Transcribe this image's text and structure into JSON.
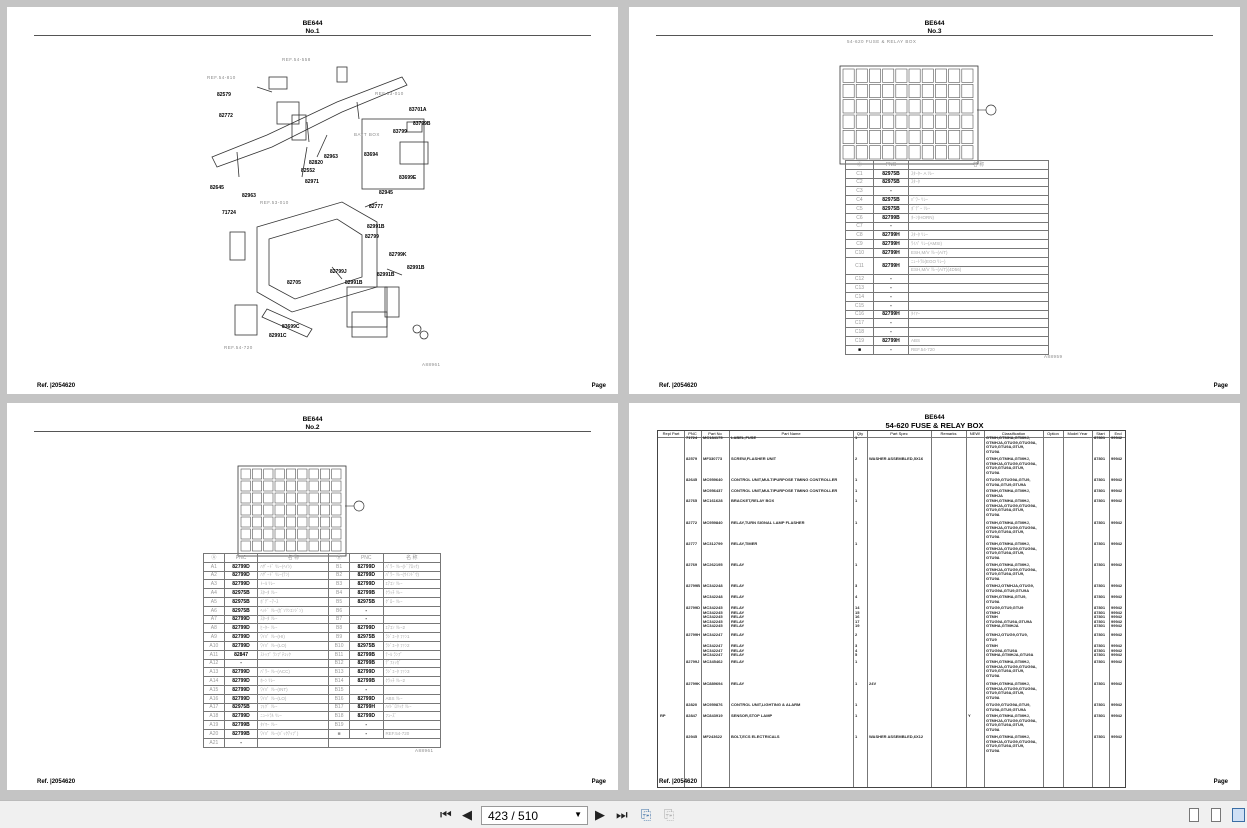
{
  "pages": [
    {
      "code": "BE644",
      "no": "No.1",
      "ref_label": "Ref.",
      "ref": "|2054620",
      "page_label": "Page",
      "labels": [
        "82579",
        "82772",
        "83701A",
        "83799",
        "83799B",
        "83694",
        "82963",
        "82820",
        "82552",
        "82971",
        "83699E",
        "82645",
        "82963",
        "82945",
        "82777",
        "71724",
        "82991B",
        "82799",
        "82799K",
        "82991B",
        "82799J",
        "82991B",
        "82991B",
        "82705",
        "83699C",
        "82991C"
      ],
      "refs": [
        "REF.54-558",
        "REF.54-810",
        "REF.53-010",
        "BATT BOX",
        "REF.53-010",
        "REF.54-720"
      ],
      "fig": "A88961"
    },
    {
      "code": "BE644",
      "no": "No.2",
      "ref_label": "Ref.",
      "ref": "|2054620",
      "page_label": "Page",
      "fig": "A88961",
      "col_header": "PNC",
      "desc_header": "名 称",
      "rows_a": [
        [
          "A1",
          "82799D",
          "ﾊｻﾞｰﾄﾞ ﾘﾚｰ(ﾍｲｼ)"
        ],
        [
          "A2",
          "82799D",
          "ﾊｻﾞｰﾄﾞ ﾘﾚｰ(ﾃﾝ)"
        ],
        [
          "A3",
          "82799D",
          "ﾄｰﾙ ﾘﾚｰ"
        ],
        [
          "A4",
          "82975B",
          "ｽﾀｰﾀ ﾘﾚｰ"
        ],
        [
          "A5",
          "82975B",
          "ﾎﾞﾃﾞｰｱｰｽ"
        ],
        [
          "A6",
          "82975B",
          "ﾍｯﾄﾞ ﾘﾚｰ(ｶﾞｿﾘﾝｴﾝｼﾞﾝ)"
        ],
        [
          "A7",
          "82799D",
          "ｽﾀｰﾀ ﾘﾚｰ"
        ],
        [
          "A8",
          "82799D",
          "ﾋｰﾀｰ ﾘﾚｰ"
        ],
        [
          "A9",
          "82799D",
          "ﾜｲﾊﾟ ﾘﾚｰ(HI)"
        ],
        [
          "A10",
          "82799D",
          "ﾜｲﾊﾟ ﾘﾚｰ(LO)"
        ],
        [
          "A11",
          "82847",
          "ｽﾄｯﾌﾟ ﾗﾝﾌﾟﾁｪｯｸ"
        ],
        [
          "A12",
          "-",
          ""
        ],
        [
          "A13",
          "82799D",
          "ﾊﾟﾜｰ ﾘﾚｰ(ACC)"
        ],
        [
          "A14",
          "82799D",
          "ﾎｰﾝ ﾘﾚｰ"
        ],
        [
          "A15",
          "82799D",
          "ﾜｲﾊﾟ ﾘﾚｰ(INT)"
        ],
        [
          "A16",
          "82799D",
          "ﾜｲﾊﾟ ﾘﾚｰ(LO)"
        ],
        [
          "A17",
          "82975B",
          "ﾌｫｸﾞ ﾘﾚｰ"
        ],
        [
          "A18",
          "82799D",
          "ﾆｭｰﾄﾗﾙ ﾘﾚｰ"
        ],
        [
          "A19",
          "82799B",
          "ﾀｲﾏｰ ﾘﾚｰ"
        ],
        [
          "A20",
          "82799B",
          "ﾜｲﾊﾟ ﾘﾚｰ(ﾊﾞｯｸｱｯﾌﾟ)"
        ],
        [
          "A21",
          "-",
          ""
        ]
      ],
      "rows_b": [
        [
          "B1",
          "82799D",
          "ﾊﾟﾜｰ ﾘﾚｰ(ﾄﾞｱﾛｯｸ)"
        ],
        [
          "B2",
          "82799D",
          "ﾊﾟﾜｰ ﾘﾚｰ(ｳｲﾝﾄﾞｳ)"
        ],
        [
          "B3",
          "82799D",
          "ｴｱｺﾝ ﾘﾚｰ"
        ],
        [
          "B4",
          "82799B",
          "ｸﾗｯﾁ ﾘﾚｰ"
        ],
        [
          "B5",
          "82975B",
          "ｸﾞﾛｰ ﾘﾚｰ"
        ],
        [
          "B6",
          "-",
          ""
        ],
        [
          "B7",
          "-",
          ""
        ],
        [
          "B8",
          "82799D",
          "ｴｱｺﾝ ﾘﾚｰ2"
        ],
        [
          "B9",
          "82975B",
          "ﾗｼﾞｴｰﾀ ﾌｧﾝ1"
        ],
        [
          "B10",
          "82975B",
          "ﾗｼﾞｴｰﾀ ﾌｧﾝ2"
        ],
        [
          "B11",
          "82799B",
          "ﾃｰﾙ ﾗﾝﾌﾟ"
        ],
        [
          "B12",
          "82799B",
          "ﾃﾞﾌｫｯｶﾞ"
        ],
        [
          "B13",
          "82799D",
          "ﾗｼﾞｴｰﾀ ﾌｧﾝ3"
        ],
        [
          "B14",
          "82799B",
          "ｸﾗｯﾁ ﾘﾚｰ2"
        ],
        [
          "B15",
          "-",
          ""
        ],
        [
          "B16",
          "82799D",
          "ABS ﾘﾚｰ"
        ],
        [
          "B17",
          "82799H",
          "ﾊｲﾄﾞﾛﾘｯｸ ﾘﾚｰ"
        ],
        [
          "B18",
          "82799D",
          "ﾌｭｰｽﾞ"
        ],
        [
          "B19",
          "-",
          ""
        ],
        [
          "",
          "-",
          "REF.54-720"
        ]
      ]
    },
    {
      "code": "BE644",
      "no": "No.3",
      "ref_label": "Ref.",
      "ref": "|2054620",
      "page_label": "Page",
      "fig": "A88959",
      "subtitle": "54-620 FUSE & RELAY BOX",
      "col_header": "PNC",
      "desc_header": "名 称",
      "rows": [
        [
          "C1",
          "82975B",
          "ｽﾀｰﾀｰ A ﾘﾚｰ"
        ],
        [
          "C2",
          "82975B",
          "ｽﾀｰﾀ"
        ],
        [
          "C3",
          "-",
          ""
        ],
        [
          "C4",
          "82975B",
          "ﾊﾟﾜｰ ﾘﾚｰ"
        ],
        [
          "C5",
          "82975B",
          "ﾎﾞﾃﾞｰ ﾘﾚｰ"
        ],
        [
          "C6",
          "82799B",
          "ﾎｰﾝ(HORN)"
        ],
        [
          "C7",
          "-",
          ""
        ],
        [
          "C8",
          "82799H",
          "ｽﾀｰﾀ ﾘﾚｰ"
        ],
        [
          "C9",
          "82799H",
          "ﾜｲﾊﾟ ﾘﾚｰ(AMSI)"
        ],
        [
          "C10",
          "82799H",
          "ESH,M/V ﾘﾚｰ(A/T)"
        ],
        [
          "C11",
          "82799H",
          "ﾆｭｰﾄﾗﾙ(EGO ﾘﾚｰ)",
          "ESH,M/V ﾘﾚｰ(A/T)(4D56)"
        ],
        [
          "C12",
          "-",
          ""
        ],
        [
          "C13",
          "-",
          ""
        ],
        [
          "C14",
          "-",
          ""
        ],
        [
          "C15",
          "-",
          ""
        ],
        [
          "C16",
          "82799H",
          "ﾀｲﾏｰ"
        ],
        [
          "C17",
          "-",
          ""
        ],
        [
          "C18",
          "-",
          ""
        ],
        [
          "C19",
          "82799H",
          "ABS"
        ],
        [
          "",
          "-",
          "REF.54-720"
        ]
      ]
    },
    {
      "code": "BE644",
      "title": "54-620 FUSE & RELAY BOX",
      "ref_label": "Ref.",
      "ref": "|2054620",
      "page_label": "Page",
      "headers": [
        "Repl Part",
        "PNC",
        "Part No",
        "Part Name",
        "Qty",
        "Part Spec",
        "Remarks",
        "NEW!",
        "Classification",
        "Option",
        "Model Year",
        "Start",
        "End"
      ],
      "rows": [
        [
          "",
          "71724",
          "MC184175",
          "LABEL,FUSE",
          "1",
          "",
          "",
          "",
          "GTMH,GTMHA,GTMHJ,\nGTMHJA,GTUG9,GTUG9A,\nGTU9,GTU9A,GTU9,\nGTU9A",
          "",
          "",
          "87801",
          "99942"
        ],
        [
          "",
          "82579",
          "MF330773",
          "SCREW,FLASHER UNIT",
          "2",
          "WASHER ASSEMBLED,5X16",
          "",
          "",
          "GTMH,GTMHA,GTMHJ,\nGTMHJA,GTUG9,GTUG9A,\nGTU9,GTU9A,GTU9,\nGTU9A",
          "",
          "",
          "87801",
          "99942"
        ],
        [
          "",
          "82645",
          "MC959640",
          "CONTROL UNIT,MULTIPURPOSE TIMING CONTROLLER",
          "1",
          "",
          "",
          "",
          "GTUG9,GTUG9A,GTU9,\nGTU9A,GTU9,GTU9A",
          "",
          "",
          "87801",
          "99942"
        ],
        [
          "",
          "",
          "MC956437",
          "CONTROL UNIT,MULTIPURPOSE TIMING CONTROLLER",
          "1",
          "",
          "",
          "",
          "GTMH,GTMHA,GTMHJ,\nGTMHJA",
          "",
          "",
          "87801",
          "99942"
        ],
        [
          "",
          "82765",
          "MC161628",
          "BRACKET,RELAY BOX",
          "1",
          "",
          "",
          "",
          "GTMH,GTMHA,GTMHJ,\nGTMHJA,GTUG9,GTUG9A,\nGTU9,GTU9A,GTU9,\nGTU9A",
          "",
          "",
          "87801",
          "99942"
        ],
        [
          "",
          "82772",
          "MC959840",
          "RELAY,TURN SIGNAL LAMP FLASHER",
          "1",
          "",
          "",
          "",
          "GTMH,GTMHA,GTMHJ,\nGTMHJA,GTUG9,GTUG9A,\nGTU9,GTU9A,GTU9,\nGTU9A",
          "",
          "",
          "87801",
          "99942"
        ],
        [
          "",
          "82777",
          "MC312799",
          "RELAY,TIMER",
          "1",
          "",
          "",
          "",
          "GTMH,GTMHA,GTMHJ,\nGTMHJA,GTUG9,GTUG9A,\nGTU9,GTU9A,GTU9,\nGTU9A",
          "",
          "",
          "87801",
          "99942"
        ],
        [
          "",
          "82769",
          "MC262195",
          "RELAY",
          "1",
          "",
          "",
          "",
          "GTMH,GTMHA,GTMHJ,\nGTMHJA,GTUG9,GTUG9A,\nGTU9,GTU9A,GTU9,\nGTU9A",
          "",
          "",
          "87801",
          "99942"
        ],
        [
          "",
          "82799B",
          "MC342248",
          "RELAY",
          "3",
          "",
          "",
          "",
          "GTMHJ,GTMHJA,GTUG9,\nGTUG9A,GTU9,GTU9A",
          "",
          "",
          "87801",
          "99942"
        ],
        [
          "",
          "",
          "MC342248",
          "RELAY",
          "4",
          "",
          "",
          "",
          "GTMH,GTMHA,GTU9,\nGTU9A",
          "",
          "",
          "87801",
          "99942"
        ],
        [
          "",
          "82799D",
          "MC342245\nMC342245\nMC342245\nMC342245\nMC342245",
          "RELAY\nRELAY\nRELAY\nRELAY\nRELAY",
          "14\n15\n16\n17\n19",
          "",
          "",
          "",
          "GTUG9,GTU9,GTU9\nGTMHJ\nGTMH\nGTUG9A,GTU9A,GTU9A\nGTMHA,GTMHJA",
          "",
          "",
          "87801\n87801\n87801\n87801\n87801",
          "99942\n99942\n99942\n99942\n99942"
        ],
        [
          "",
          "82799H",
          "MC342247",
          "RELAY",
          "2",
          "",
          "",
          "",
          "GTMHJ,GTUG9,GTU9,\nGTU9",
          "",
          "",
          "87801",
          "99942"
        ],
        [
          "",
          "",
          "MC342247\nMC342247\nMC342247",
          "RELAY\nRELAY\nRELAY",
          "3\n4\n5",
          "",
          "",
          "",
          "GTMH\nGTUG9A,GTU9A\nGTMHA,GTMHJA,GTU9A",
          "",
          "",
          "87801\n87801\n87801",
          "99942\n99942\n99942"
        ],
        [
          "",
          "82799J",
          "MC345462",
          "RELAY",
          "1",
          "",
          "",
          "",
          "GTMH,GTMHA,GTMHJ,\nGTMHJA,GTUG9,GTUG9A,\nGTU9,GTU9A,GTU9,\nGTU9A",
          "",
          "",
          "87801",
          "99942"
        ],
        [
          "",
          "82799K",
          "MC889694",
          "RELAY",
          "1",
          "24V",
          "",
          "",
          "GTMH,GTMHA,GTMHJ,\nGTMHJA,GTUG9,GTUG9A,\nGTU9,GTU9A,GTU9,\nGTU9A",
          "",
          "",
          "87801",
          "99942"
        ],
        [
          "",
          "82820",
          "MC959876",
          "CONTROL UNIT,LIGHTING & ALARM",
          "1",
          "",
          "",
          "",
          "GTUG9,GTUG9A,GTU9,\nGTU9A,GTU9,GTU9A",
          "",
          "",
          "87801",
          "99942"
        ],
        [
          "RP",
          "82847",
          "MC843919",
          "SENSOR,STOP LAMP",
          "1",
          "",
          "",
          "Y",
          "GTMH,GTMHA,GTMHJ,\nGTMHJA,GTUG9,GTUG9A,\nGTU9,GTU9A,GTU9,\nGTU9A",
          "",
          "",
          "87801",
          "99942"
        ],
        [
          "",
          "82945",
          "MF243622",
          "BOLT,ECS ELECTRICALS",
          "1",
          "WASHER ASSEMBLED,6X12",
          "",
          "",
          "GTMH,GTMHA,GTMHJ,\nGTMHJA,GTUG9,GTUG9A,\nGTU9,GTU9A,GTU9,\nGTU9A",
          "",
          "",
          "87801",
          "99942"
        ]
      ]
    }
  ],
  "toolbar": {
    "page_indicator": "423 / 510",
    "icons": [
      "first-page-icon",
      "prev-page-icon",
      "next-page-icon",
      "last-page-icon",
      "copy-page-icon",
      "paste-page-icon",
      "single-page-view-icon",
      "continuous-view-icon",
      "two-page-view-icon"
    ]
  },
  "colors": {
    "background": "#c4c4c4",
    "toolbar": "#f0f0f0",
    "page": "#ffffff"
  }
}
